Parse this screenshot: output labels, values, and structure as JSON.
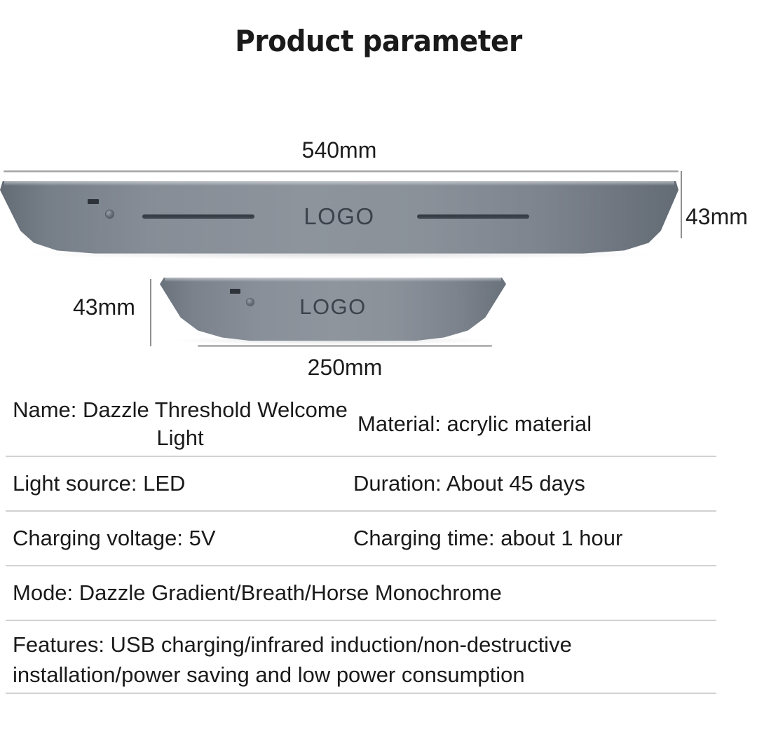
{
  "page": {
    "title": "Product parameter"
  },
  "diagram": {
    "big_bar": {
      "logo_text": "LOGO",
      "width_label": "540mm",
      "height_label": "43mm",
      "ir_window_name": "infrared-sensor-window",
      "indicator_name": "indicator-dot"
    },
    "small_bar": {
      "logo_text": "LOGO",
      "width_label": "250mm",
      "height_label": "43mm"
    },
    "colors": {
      "bar_body": "#8d949c",
      "bar_edge": "#636b75",
      "logo_text": "#3b424b",
      "slot": "#31363d",
      "dimension_line": "#9a9a9a"
    }
  },
  "specs": {
    "rows": [
      {
        "left": "Name: Dazzle Threshold Welcome Light",
        "right": "Material: acrylic material"
      },
      {
        "left": "Light source: LED",
        "right": "Duration: About 45 days"
      },
      {
        "left": "Charging voltage: 5V",
        "right": "Charging time: about 1 hour"
      },
      {
        "full": "Mode: Dazzle Gradient/Breath/Horse Monochrome"
      },
      {
        "full": "Features: USB charging/infrared induction/non-destructive installation/power saving and low power consumption"
      }
    ]
  }
}
